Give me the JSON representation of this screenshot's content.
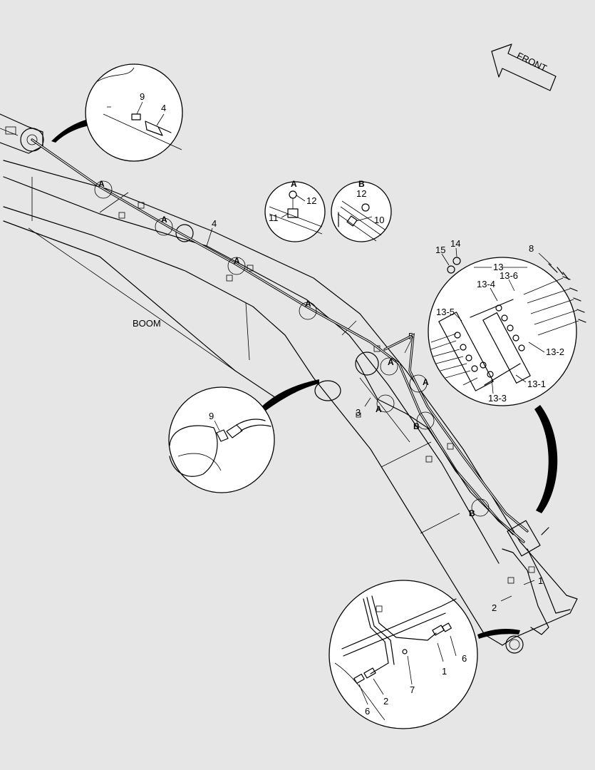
{
  "front_label": "FRONT",
  "boom_label": "BOOM",
  "detail_a": {
    "title": "A",
    "labels": [
      "12",
      "11"
    ]
  },
  "detail_b": {
    "title": "B",
    "labels": [
      "12",
      "10"
    ]
  },
  "callouts_main": [
    "4",
    "5",
    "3",
    "1",
    "2"
  ],
  "clip_markers": [
    "A",
    "A",
    "A",
    "A",
    "A",
    "A",
    "A",
    "B",
    "B"
  ],
  "detail_top_left": [
    "9",
    "4"
  ],
  "detail_mid_left": [
    "9"
  ],
  "detail_right": [
    "15",
    "14",
    "13",
    "8",
    "13-6",
    "13-4",
    "13-5",
    "13-2",
    "13-1",
    "13-3"
  ],
  "detail_bottom": [
    "6",
    "1",
    "7",
    "2",
    "6"
  ]
}
